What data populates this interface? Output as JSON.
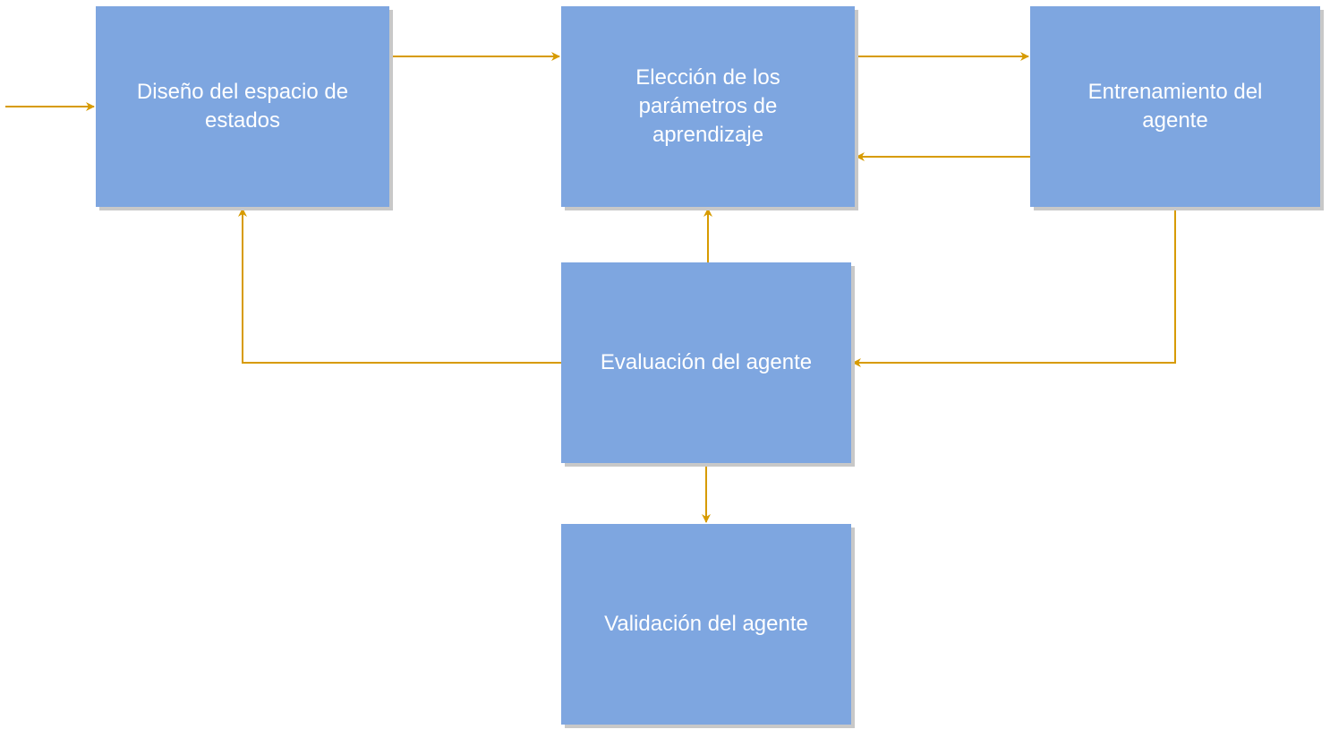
{
  "colors": {
    "box_fill": "#7EA6E0",
    "box_text": "#FFFFFF",
    "arrow": "#D79B00"
  },
  "nodes": {
    "diseno": {
      "label": "Diseño del espacio de estados"
    },
    "eleccion": {
      "label": "Elección de los\nparámetros de\naprendizaje"
    },
    "entrenamiento": {
      "label": "Entrenamiento del\nagente"
    },
    "evaluacion": {
      "label": "Evaluación del agente"
    },
    "validacion": {
      "label": "Validación del agente"
    }
  },
  "edges": [
    {
      "from": "start",
      "to": "diseno"
    },
    {
      "from": "diseno",
      "to": "eleccion"
    },
    {
      "from": "eleccion",
      "to": "entrenamiento"
    },
    {
      "from": "entrenamiento",
      "to": "eleccion"
    },
    {
      "from": "entrenamiento",
      "to": "evaluacion"
    },
    {
      "from": "evaluacion",
      "to": "diseno"
    },
    {
      "from": "evaluacion",
      "to": "eleccion"
    },
    {
      "from": "evaluacion",
      "to": "validacion"
    }
  ]
}
